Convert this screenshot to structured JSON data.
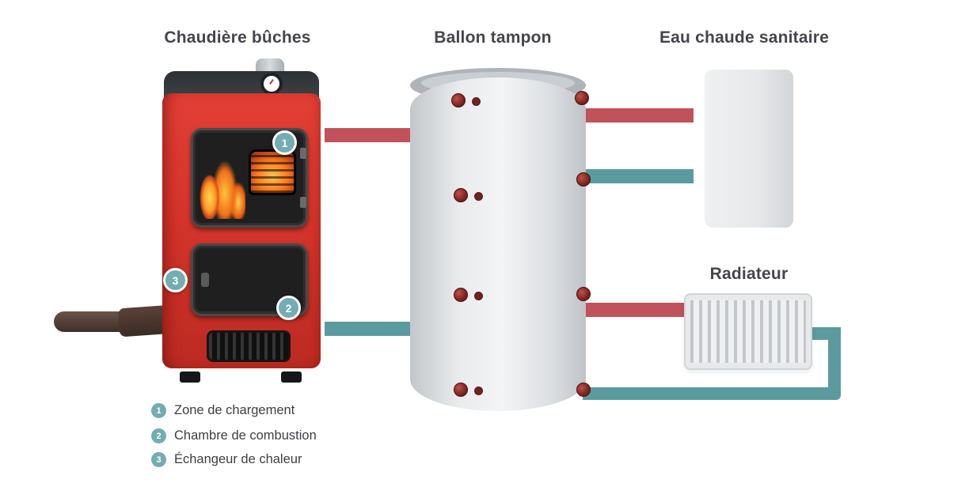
{
  "titles": {
    "boiler": "Chaudière bûches",
    "tank": "Ballon tampon",
    "dhw": "Eau chaude sanitaire",
    "radiator": "Radiateur"
  },
  "badges": {
    "one": "1",
    "two": "2",
    "three": "3"
  },
  "legend": {
    "items": [
      {
        "num": "1",
        "label": "Zone de chargement"
      },
      {
        "num": "2",
        "label": "Chambre de combustion"
      },
      {
        "num": "3",
        "label": "Échangeur de chaleur"
      }
    ]
  },
  "colors": {
    "hot_pipe": "#c1515a",
    "cold_pipe": "#5b9ba0",
    "badge_teal": "#73acb2",
    "title_text": "#45454e"
  }
}
